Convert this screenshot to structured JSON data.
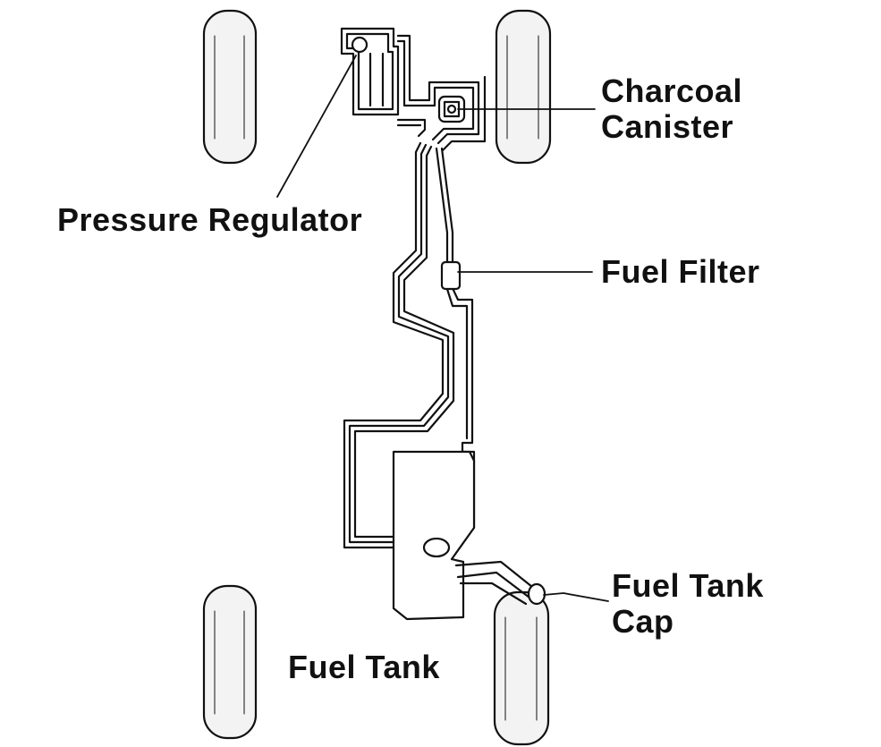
{
  "labels": {
    "charcoal_canister": [
      "Charcoal",
      "Canister"
    ],
    "pressure_regulator": "Pressure Regulator",
    "fuel_filter": "Fuel Filter",
    "fuel_tank_cap": [
      "Fuel Tank",
      "Cap"
    ],
    "fuel_tank": "Fuel Tank"
  },
  "colors": {
    "line": "#111111",
    "tire_fill": "#f3f3f3",
    "background": "#ffffff"
  }
}
